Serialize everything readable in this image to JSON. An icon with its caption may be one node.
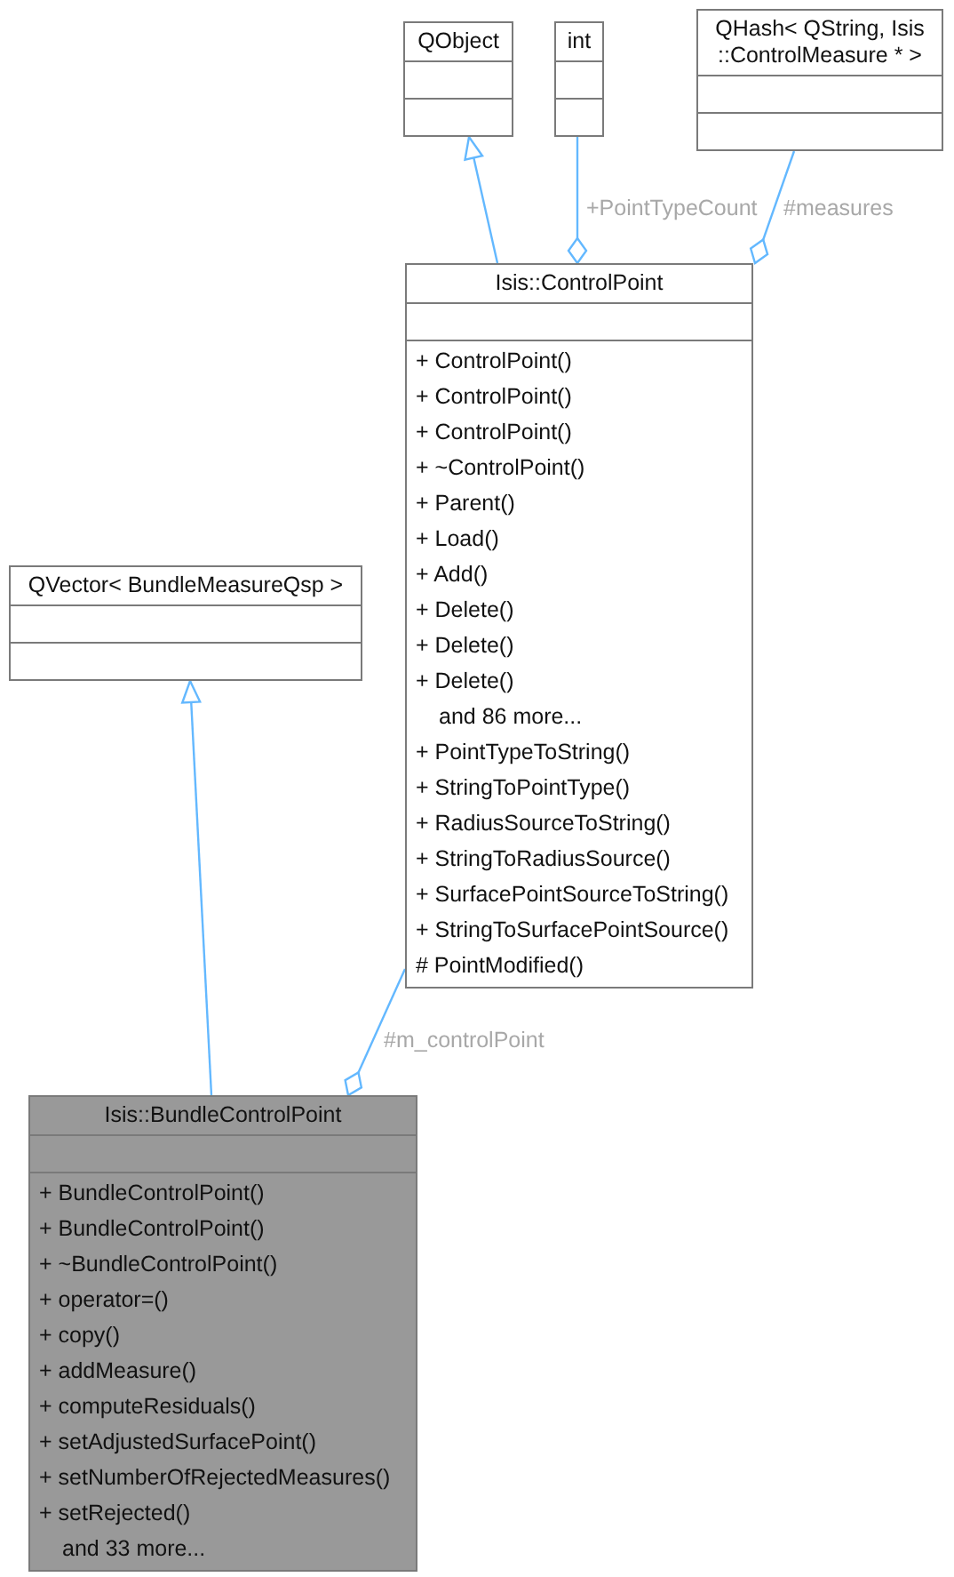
{
  "diagram": {
    "nodes": [
      {
        "text": [
          "QObject"
        ]
      },
      {
        "text": [
          "int"
        ]
      },
      {
        "text": [
          "QHash< QString, Isis ::ControlMeasure * >"
        ]
      },
      {
        "text": [
          "Isis::ControlPoint",
          "+ ControlPoint()",
          "+ ControlPoint()",
          "+ ControlPoint()",
          "+ ~ControlPoint()",
          "+ Parent()",
          "+ Load()",
          "+ Add()",
          "+ Delete()",
          "+ Delete()",
          "+ Delete()",
          "and 86 more...",
          "+ PointTypeToString()",
          "+ StringToPointType()",
          "+ RadiusSourceToString()",
          "+ StringToRadiusSource()",
          "+ SurfacePointSourceToString()",
          "+ StringToSurfacePointSource()",
          "# PointModified()"
        ]
      },
      {
        "text": [
          "QVector< BundleMeasureQsp >"
        ]
      },
      {
        "text": [
          "Isis::BundleControlPoint",
          "+ BundleControlPoint()",
          "+ BundleControlPoint()",
          "+ ~BundleControlPoint()",
          "+ operator=()",
          "+ copy()",
          "+ addMeasure()",
          "+ computeResiduals()",
          "+ setAdjustedSurfacePoint()",
          "+ setNumberOfRejectedMeasures()",
          "+ setRejected()",
          "and 33 more..."
        ]
      }
    ],
    "edges": [
      {
        "from": 3,
        "to": 0,
        "arrow": "to"
      },
      {
        "from": 1,
        "to": 3,
        "arrow": "other",
        "label": "+PointTypeCount"
      },
      {
        "from": 2,
        "to": 3,
        "arrow": "other",
        "label": "#measures"
      },
      {
        "from": 5,
        "to": 4,
        "arrow": "to"
      },
      {
        "from": 3,
        "to": 5,
        "arrow": "other",
        "label": "#m_controlPoint"
      }
    ]
  }
}
